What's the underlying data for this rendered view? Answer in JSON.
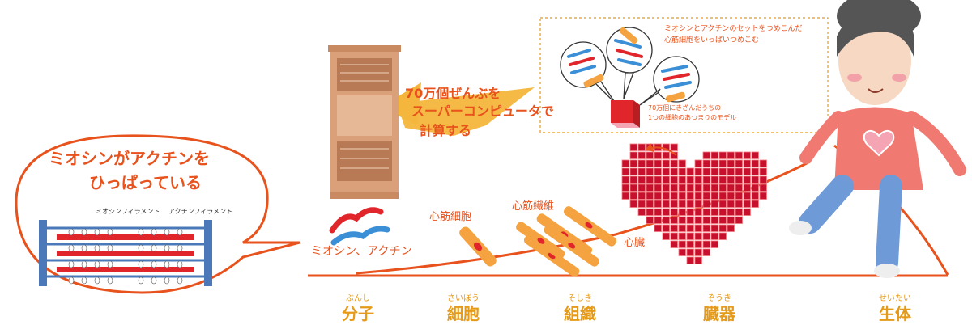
{
  "speech_bubble": {
    "title_line1": "ミオシンがアクチンを",
    "title_line2": "ひっぱっている",
    "myosin_filament_label": "ミオシンフィラメント",
    "actin_filament_label": "アクチンフィラメント"
  },
  "molecule_label": "ミオシン、アクチン",
  "cell_label": "心筋細胞",
  "fiber_label": "心筋繊維",
  "organ_label": "心臓",
  "supercomputer_text": {
    "line1": "70万個ぜんぶを",
    "line2": "スーパーコンピュータで",
    "line3": "計算する"
  },
  "inset": {
    "note_line1": "ミオシンとアクチンのセットをつめこんだ",
    "note_line2": "心筋細胞をいっぱいつめこむ",
    "model_line1": "70万個にきざんだうちの",
    "model_line2": "1つの細胞のあつまりのモデル"
  },
  "scale": [
    {
      "ruby": "ぶんし",
      "word": "分子"
    },
    {
      "ruby": "さいぼう",
      "word": "細胞"
    },
    {
      "ruby": "そしき",
      "word": "組織"
    },
    {
      "ruby": "ぞうき",
      "word": "臓器"
    },
    {
      "ruby": "せいたい",
      "word": "生体"
    }
  ],
  "colors": {
    "accent": "#e8521c",
    "scale": "#e59a1a",
    "heart_red": "#c8102e",
    "filament_red": "#e0262b",
    "filament_blue": "#4a78b8",
    "arrow_yellow": "#f4b63c",
    "computer": "#d9a07a"
  }
}
